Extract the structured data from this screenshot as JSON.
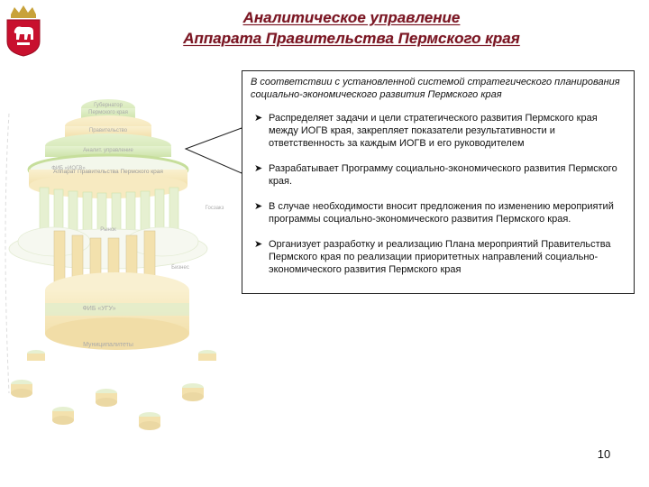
{
  "header": {
    "title_line1": "Аналитическое управление",
    "title_line2": "Аппарата Правительства Пермского края"
  },
  "colors": {
    "title": "#7a1522",
    "emblem_red": "#c8102e",
    "diagram_green": "#8fbf3a",
    "diagram_yellow": "#f2d36b"
  },
  "callout": {
    "intro": "В соответствии с установленной системой стратегического планирования социально-экономического развития Пермского края",
    "bullets": [
      "Распределяет задачи и цели стратегического развития Пермского края между ИОГВ края, закрепляет показатели результативности и ответственность за каждым ИОГВ и его руководителем",
      "Разрабатывает Программу социально-экономического развития Пермского края.",
      "В случае необходимости вносит предложения по изменению мероприятий программы социально-экономического развития Пермского края.",
      "Организует разработку и реализацию Плана мероприятий Правительства Пермского края по реализации приоритетных направлений социально-экономического развития Пермского края"
    ]
  },
  "diagram": {
    "top1": "Губернатор",
    "top2": "Пермского края",
    "tier2": "Правительство",
    "tier3": "Аналит. управление",
    "ring": "Аппарат Правительства Пермского края",
    "iogv": "ФИБ «ИОГВ»",
    "gos": "Госзакз",
    "market": "Рынок",
    "business": "Бизнес",
    "ugu": "ФИБ «УГУ»",
    "muni": "Муниципалитеты"
  },
  "page_number": "10"
}
